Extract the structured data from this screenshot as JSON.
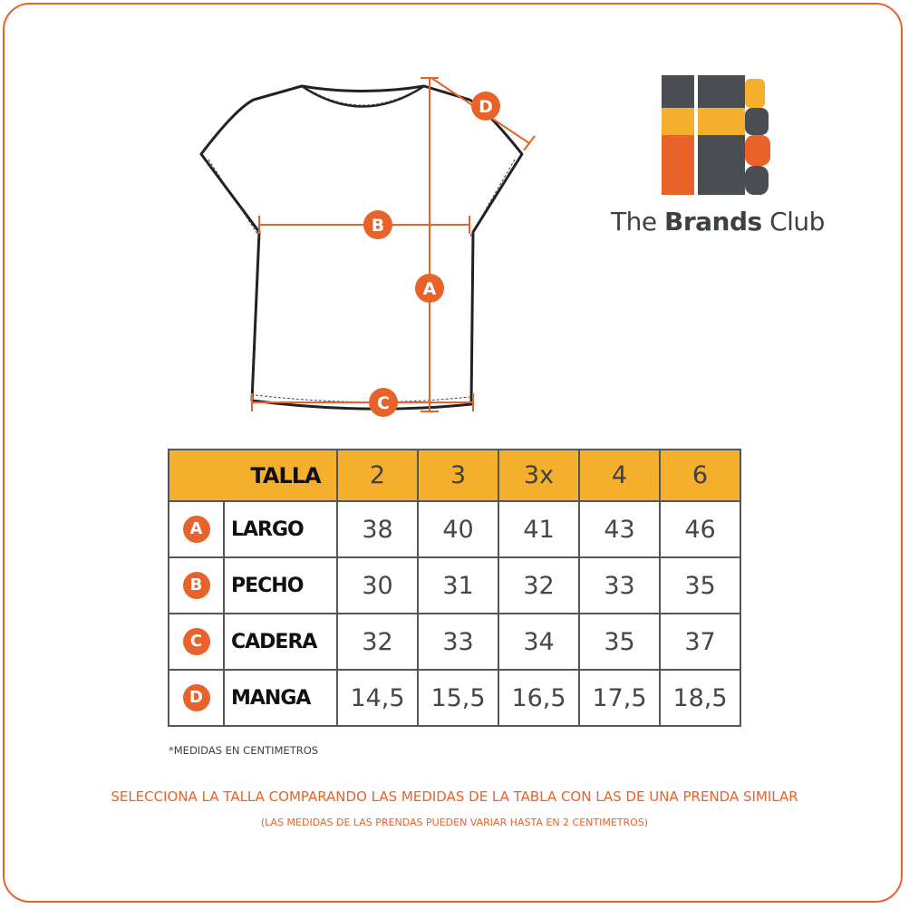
{
  "brand": {
    "name_light": "The ",
    "name_bold": "Brands",
    "name_light2": " Club"
  },
  "diagram": {
    "markers": [
      "A",
      "B",
      "C",
      "D"
    ]
  },
  "table": {
    "header_label": "TALLA",
    "sizes": [
      "2",
      "3",
      "3x",
      "4",
      "6"
    ],
    "rows": [
      {
        "badge": "A",
        "label": "LARGO",
        "values": [
          "38",
          "40",
          "41",
          "43",
          "46"
        ]
      },
      {
        "badge": "B",
        "label": "PECHO",
        "values": [
          "30",
          "31",
          "32",
          "33",
          "35"
        ]
      },
      {
        "badge": "C",
        "label": "CADERA",
        "values": [
          "32",
          "33",
          "34",
          "35",
          "37"
        ]
      },
      {
        "badge": "D",
        "label": "MANGA",
        "values": [
          "14,5",
          "15,5",
          "16,5",
          "17,5",
          "18,5"
        ]
      }
    ]
  },
  "note": "*MEDIDAS EN CENTIMETROS",
  "advice": "SELECCIONA LA TALLA COMPARANDO LAS MEDIDAS DE LA TABLA CON LAS DE UNA PRENDA SIMILAR",
  "advice_sub": "(LAS MEDIDAS DE LAS PRENDAS PUEDEN VARIAR HASTA EN 2 CENTIMETROS)",
  "colors": {
    "accent": "#e8622a",
    "header": "#f4b02c",
    "dark": "#4a4d52"
  }
}
